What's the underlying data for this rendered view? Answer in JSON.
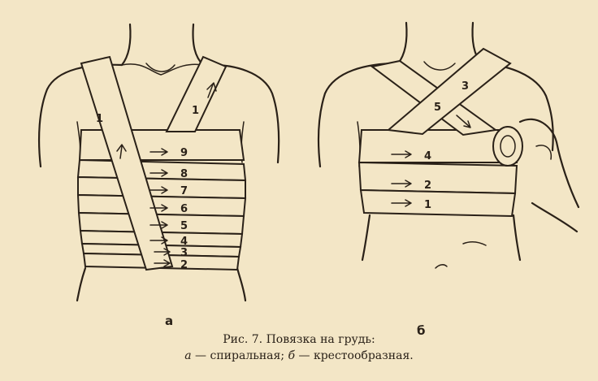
{
  "figure_a": {
    "label": "а",
    "spiral_turns": [
      "9",
      "8",
      "7",
      "6",
      "5",
      "4",
      "3",
      "2"
    ],
    "strap_label_left": "1",
    "strap_label_right": "1"
  },
  "figure_b": {
    "label": "б",
    "turns": [
      "4",
      "2",
      "1"
    ],
    "cross_labels": [
      "5",
      "3"
    ]
  },
  "caption": {
    "line1": "Рис. 7. Повязка на грудь:",
    "line2_a": "а",
    "line2_a_text": " — спиральная; ",
    "line2_b": "б",
    "line2_b_text": " — крестообразная."
  }
}
